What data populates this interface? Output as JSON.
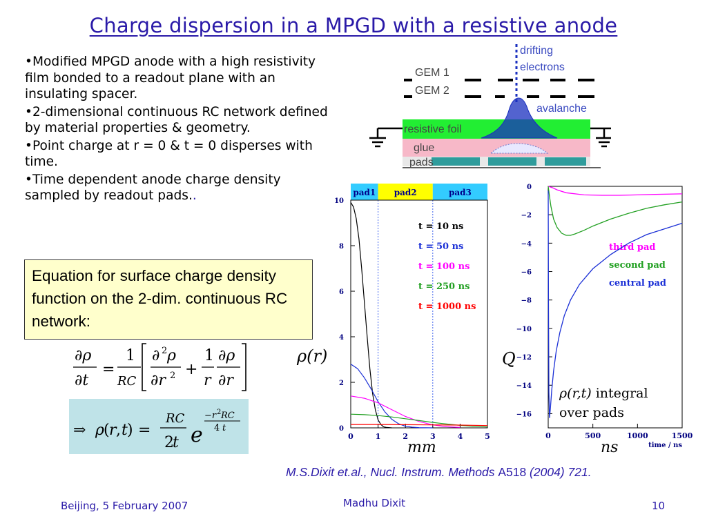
{
  "slide": {
    "title": "Charge dispersion in a MPGD with a resistive anode",
    "bullets": [
      "•Modified MPGD anode with a high resistivity film bonded to a readout plane with an insulating spacer.",
      "•2-dimensional continuous RC network defined by material properties & geometry.",
      "•Point charge at r = 0 & t = 0 disperses with time.",
      "•Time dependent anode charge density sampled by readout pads."
    ],
    "bullet4_end": ".",
    "eq_box_text": "Equation for surface charge density function on the 2-dim. continuous RC network:",
    "citation": {
      "authors": "M.S.Dixit et.al., Nucl. Instrum. Methods ",
      "volume": "A518",
      "rest": " (2004) 721."
    },
    "footer": {
      "left": "Beijing, 5 February 2007",
      "center": "Madhu Dixit",
      "right": "10"
    }
  },
  "schematic": {
    "labels": {
      "drifting": "drifting",
      "electrons": "electrons",
      "gem1": "GEM 1",
      "gem2": "GEM 2",
      "avalanche": "avalanche",
      "resistive": "resistive foil",
      "glue": "glue",
      "pads": "pads"
    },
    "colors": {
      "resistive": "#22ee33",
      "glue": "#f7b8c8",
      "pads": "#2f9c9c",
      "avalanche": "#1a2fbf"
    }
  },
  "chart_data": [
    {
      "type": "line",
      "ylabel": "ρ(r)",
      "xlabel": "mm",
      "xlim": [
        0,
        5
      ],
      "ylim": [
        0,
        10
      ],
      "xticks": [
        0,
        1,
        2,
        3,
        4,
        5
      ],
      "yticks": [
        0,
        2,
        4,
        6,
        8,
        10
      ],
      "pad_bands": [
        {
          "label": "pad1",
          "from": 0,
          "to": 1,
          "color": "#33ccff"
        },
        {
          "label": "pad2",
          "from": 1,
          "to": 3,
          "color": "#ffff00"
        },
        {
          "label": "pad3",
          "from": 3,
          "to": 5,
          "color": "#33ccff"
        }
      ],
      "series": [
        {
          "name": "t = 10 ns",
          "color": "#000000",
          "x": [
            0,
            0.1,
            0.2,
            0.3,
            0.4,
            0.5,
            0.6,
            0.7,
            0.8,
            0.9,
            1.0,
            1.1,
            1.2,
            1.3,
            1.5
          ],
          "y": [
            9.9,
            9.7,
            9.2,
            8.3,
            7.0,
            5.5,
            4.0,
            2.6,
            1.5,
            0.8,
            0.35,
            0.15,
            0.05,
            0.02,
            0
          ]
        },
        {
          "name": "t = 50 ns",
          "color": "#1a2fd6",
          "x": [
            0,
            0.25,
            0.5,
            0.75,
            1.0,
            1.25,
            1.5,
            1.75,
            2.0,
            2.25,
            2.5,
            3.0
          ],
          "y": [
            2.8,
            2.6,
            2.2,
            1.7,
            1.15,
            0.7,
            0.38,
            0.18,
            0.07,
            0.03,
            0.01,
            0
          ]
        },
        {
          "name": "t = 100 ns",
          "color": "#ff00ff",
          "x": [
            0,
            0.5,
            1.0,
            1.5,
            2.0,
            2.5,
            3.0,
            3.5,
            4.0
          ],
          "y": [
            1.4,
            1.3,
            1.1,
            0.8,
            0.5,
            0.28,
            0.13,
            0.05,
            0.02
          ]
        },
        {
          "name": "t = 250 ns",
          "color": "#22a022",
          "x": [
            0,
            0.5,
            1.0,
            1.5,
            2.0,
            2.5,
            3.0,
            3.5,
            4.0,
            4.5,
            5.0
          ],
          "y": [
            0.6,
            0.58,
            0.54,
            0.48,
            0.4,
            0.32,
            0.24,
            0.17,
            0.11,
            0.07,
            0.04
          ]
        },
        {
          "name": "t = 1000 ns",
          "color": "#ff0000",
          "x": [
            0,
            1,
            2,
            3,
            4,
            5
          ],
          "y": [
            0.15,
            0.15,
            0.14,
            0.13,
            0.12,
            0.1
          ]
        }
      ]
    },
    {
      "type": "line",
      "ylabel": "Q",
      "xlabel": "time / ns",
      "xunit": "ns",
      "xlim": [
        0,
        1500
      ],
      "ylim": [
        -17,
        0
      ],
      "xticks": [
        0,
        500,
        1000,
        1500
      ],
      "yticks": [
        0,
        -2,
        -4,
        -6,
        -8,
        -10,
        -12,
        -14,
        -16
      ],
      "ytick_labels": [
        "0",
        "−2",
        "−4",
        "−6",
        "−8",
        "−10",
        "−12",
        "−14",
        "−16"
      ],
      "annotation": [
        "ρ(r,t)",
        " integral",
        "over pads"
      ],
      "series": [
        {
          "name": "third pad",
          "color": "#ff00ff",
          "x": [
            0,
            10,
            50,
            100,
            200,
            400,
            600,
            800,
            1000,
            1200,
            1500
          ],
          "y": [
            0,
            -0.02,
            -0.1,
            -0.25,
            -0.45,
            -0.6,
            -0.63,
            -0.63,
            -0.6,
            -0.57,
            -0.53
          ]
        },
        {
          "name": "second pad",
          "color": "#22a022",
          "x": [
            0,
            10,
            30,
            60,
            100,
            150,
            200,
            250,
            300,
            400,
            500,
            700,
            900,
            1100,
            1300,
            1500
          ],
          "y": [
            0,
            -0.5,
            -1.4,
            -2.3,
            -2.9,
            -3.3,
            -3.45,
            -3.45,
            -3.35,
            -3.1,
            -2.8,
            -2.3,
            -1.9,
            -1.55,
            -1.3,
            -1.1
          ]
        },
        {
          "name": "central pad",
          "color": "#1a2fd6",
          "x": [
            0,
            3,
            8,
            15,
            25,
            40,
            60,
            90,
            130,
            180,
            250,
            350,
            500,
            700,
            900,
            1100,
            1300,
            1500
          ],
          "y": [
            -0.3,
            -8,
            -14.5,
            -16.3,
            -15.6,
            -14.3,
            -13,
            -11.6,
            -10.3,
            -9.1,
            -8,
            -6.9,
            -5.8,
            -4.8,
            -4,
            -3.4,
            -3,
            -2.6
          ]
        }
      ]
    }
  ]
}
